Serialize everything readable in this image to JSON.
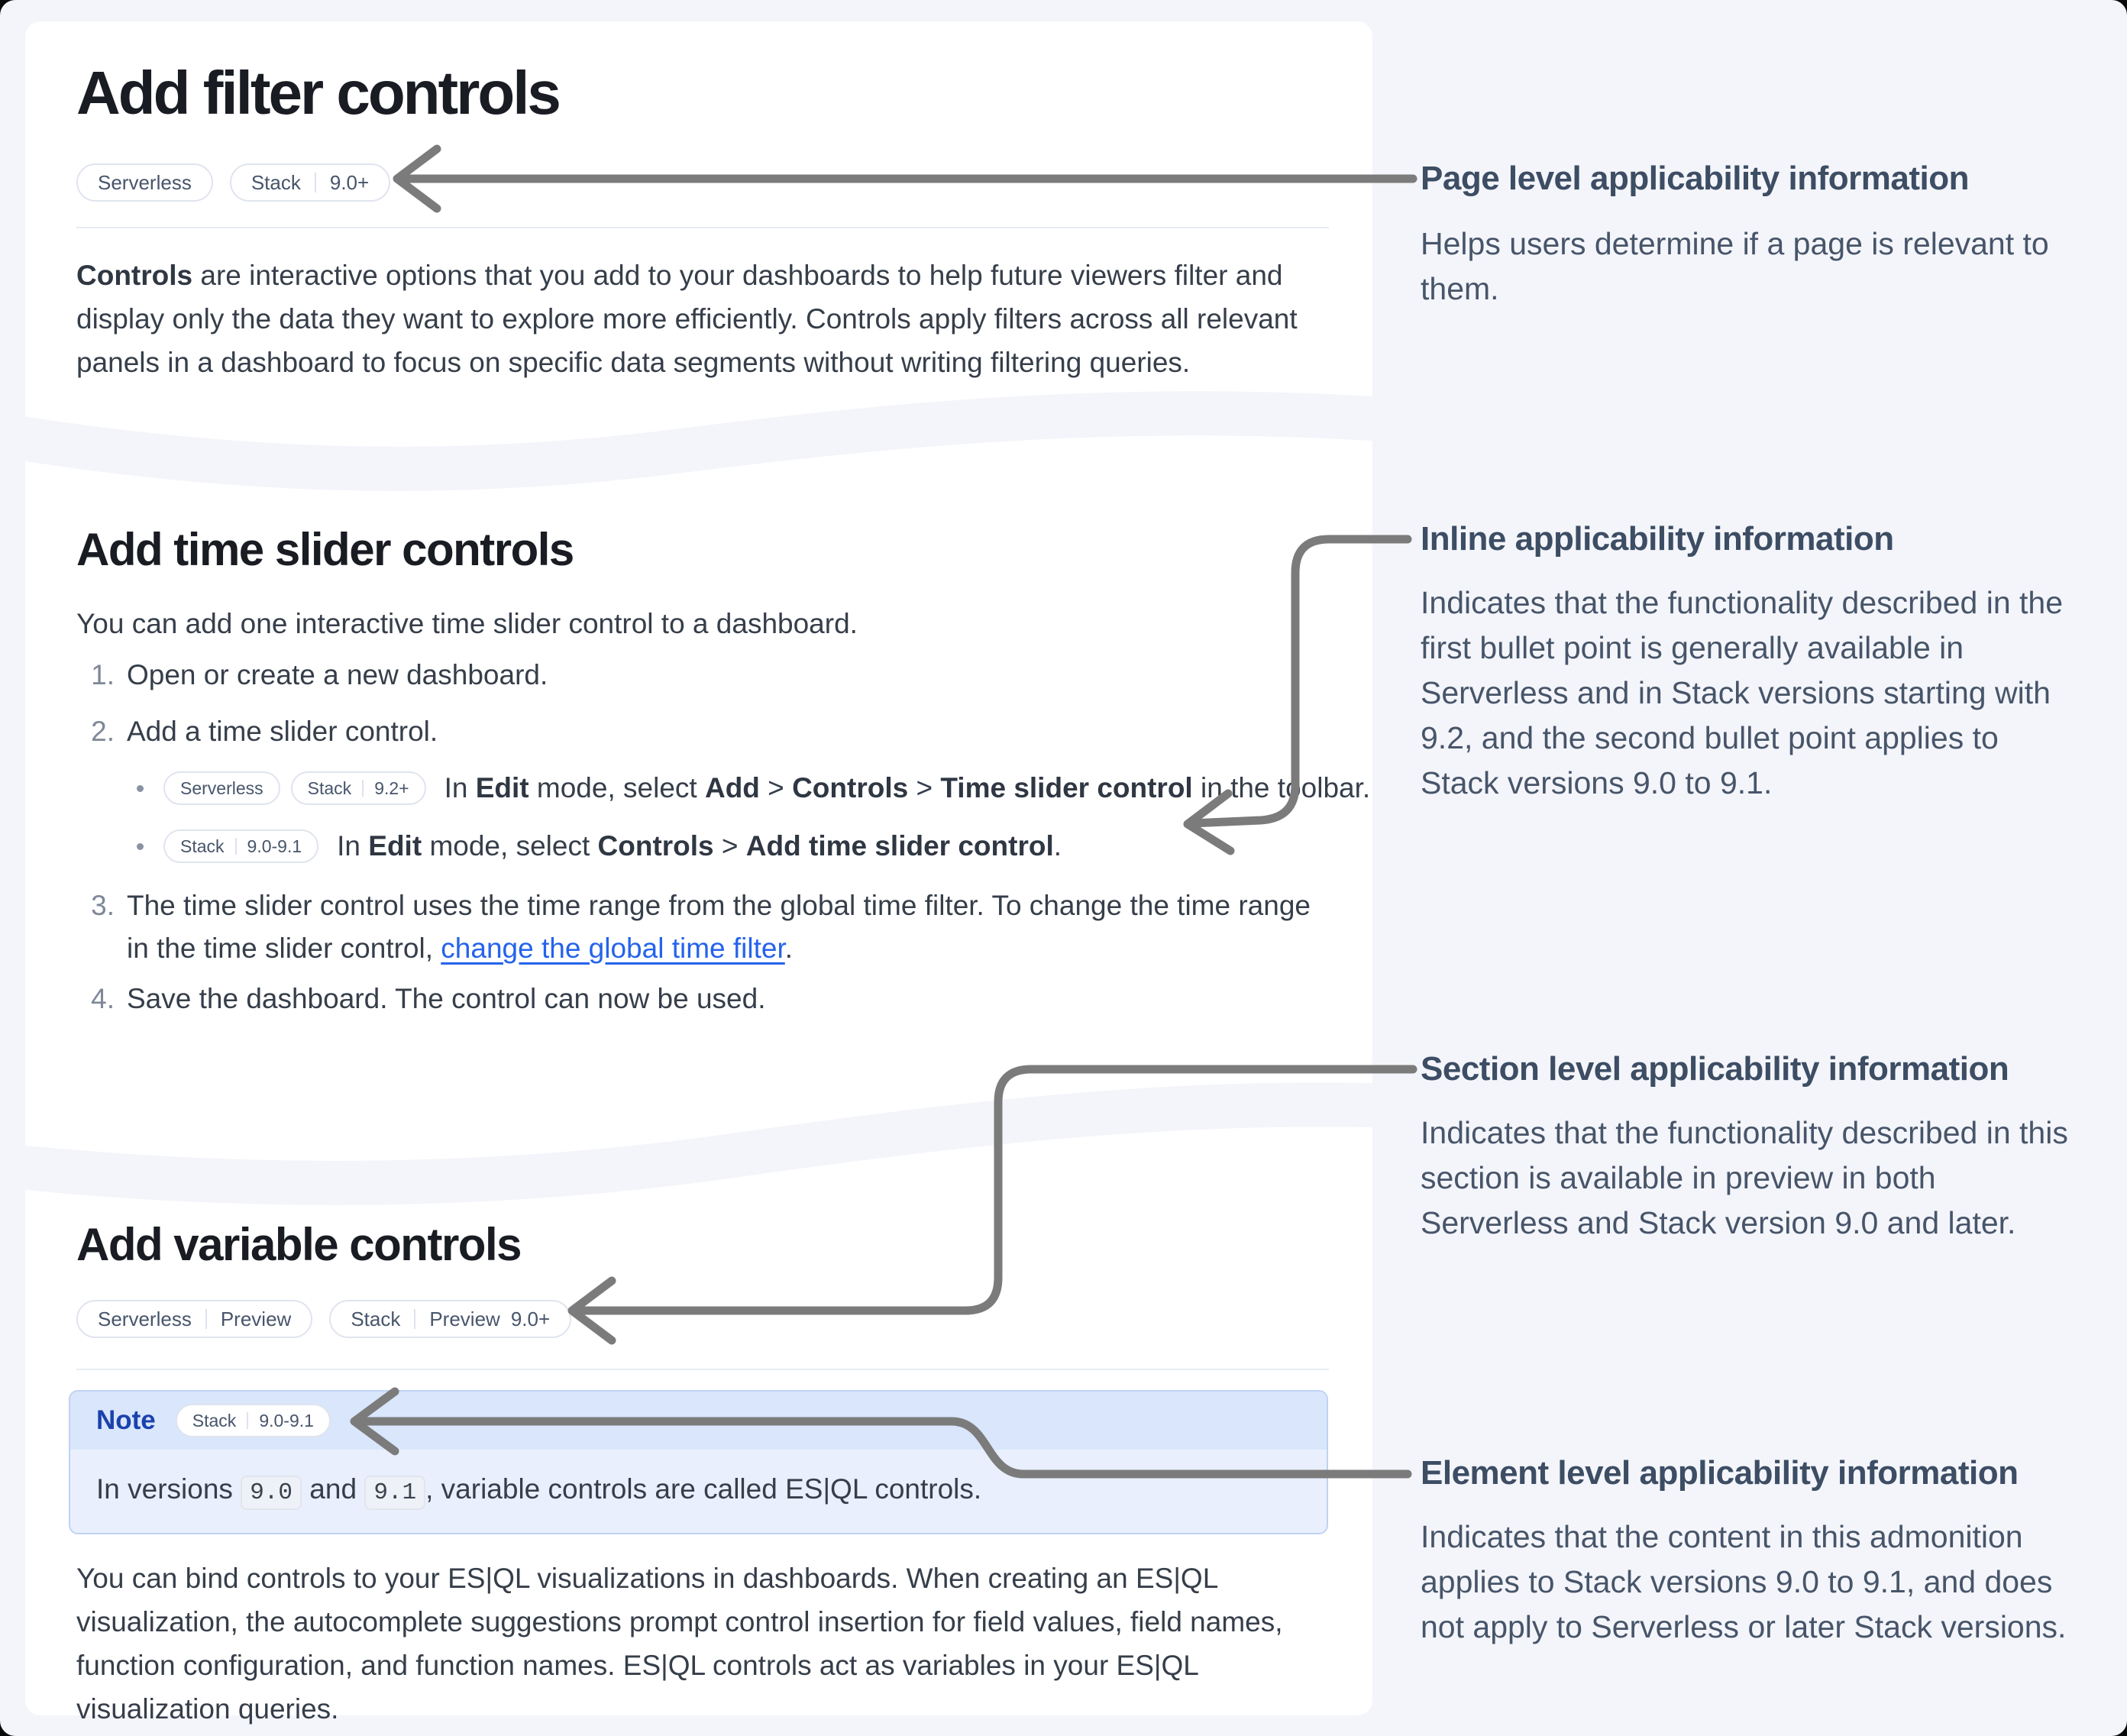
{
  "colors": {
    "page_background": "#f4f5fa",
    "card_background": "#ffffff",
    "heading_text": "#191c22",
    "body_text": "#363e4a",
    "badge_text": "#47556b",
    "link_blue": "#2563eb",
    "note_title_blue": "#1b41ad",
    "note_header_bg": "#d9e6fb",
    "note_body_bg": "#e9effc",
    "annotation_text": "#47556a",
    "arrow_gray": "#7b7b7b"
  },
  "sections": [
    {
      "heading": "Add filter controls",
      "badges": {
        "serverless": "Serverless",
        "stack": "Stack",
        "stack_version": "9.0+"
      },
      "intro": {
        "bold": "Controls",
        "rest": " are interactive options that you add to your dashboards to help future viewers filter and display only the data they want to explore more efficiently. Controls apply filters across all relevant panels in a dashboard to focus on specific data segments without writing filtering queries."
      }
    },
    {
      "heading": "Add time slider controls",
      "intro": "You can add one interactive time slider control to a dashboard.",
      "steps": {
        "n1": "1.",
        "t1": "Open or create a new dashboard.",
        "n2": "2.",
        "t2": "Add a time slider control.",
        "n3": "3.",
        "t3_pre": "The time slider control uses the time range from the global time filter. To change the time range in the time slider control, ",
        "t3_link": "change the global time filter",
        "t3_post": ".",
        "n4": "4.",
        "t4": "Save the dashboard. The control can now be used."
      },
      "bullet1": {
        "badge_serverless": "Serverless",
        "badge_stack": "Stack",
        "badge_version": "9.2+",
        "pre": "In ",
        "b_edit": "Edit",
        "mid": " mode, select ",
        "b_add": "Add",
        "sep1": " > ",
        "b_controls": "Controls",
        "sep2": " > ",
        "b_target": "Time slider control",
        "post": " in the toolbar."
      },
      "bullet2": {
        "badge_stack": "Stack",
        "badge_version": "9.0-9.1",
        "pre": "In ",
        "b_edit": "Edit",
        "mid": " mode, select ",
        "b_controls": "Controls",
        "sep": " > ",
        "b_target": "Add time slider control",
        "post": "."
      }
    },
    {
      "heading": "Add variable controls",
      "badges": {
        "serverless": "Serverless",
        "serverless_tag": "Preview",
        "stack": "Stack",
        "stack_tag": "Preview",
        "stack_version": "9.0+"
      },
      "note": {
        "title": "Note",
        "badge_stack": "Stack",
        "badge_version": "9.0-9.1",
        "pre": "In versions ",
        "code1": "9.0",
        "mid": " and ",
        "code2": "9.1",
        "post": ", variable controls are called ES|QL controls."
      },
      "outro": "You can bind controls to your ES|QL visualizations in dashboards. When creating an ES|QL visualization, the autocomplete suggestions prompt control insertion for field values, field names, function configuration, and function names. ES|QL controls act as variables in your ES|QL visualization queries."
    }
  ],
  "annotations": [
    {
      "heading": "Page level applicability information",
      "body": "Helps users determine if a page is relevant to them."
    },
    {
      "heading": "Inline applicability information",
      "body": "Indicates that the functionality described in the first bullet point is generally available in Serverless and in Stack versions starting with 9.2, and the second bullet point applies to Stack versions 9.0 to 9.1."
    },
    {
      "heading": "Section level applicability information",
      "body": "Indicates that the functionality described in this section is available in preview in both Serverless and Stack version 9.0 and later."
    },
    {
      "heading": "Element level applicability information",
      "body": "Indicates that the content in this admonition applies to Stack versions 9.0 to 9.1, and does not apply to Serverless or later Stack versions."
    }
  ]
}
